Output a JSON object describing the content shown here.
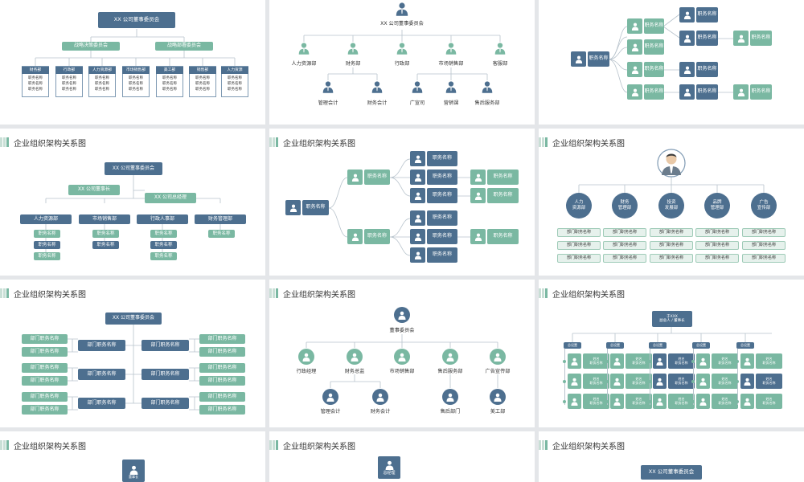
{
  "colors": {
    "dark": "#4d6f8f",
    "green": "#7ab8a2",
    "light": "#e6f1ec",
    "line": "#b8c3cc",
    "page": "#e4e6e9"
  },
  "section_title": "企业组织架构关系图",
  "s1": {
    "board": "XX 公司董事委员会",
    "committees": [
      "战略决策委员会",
      "战略部署委员会"
    ],
    "depts": [
      {
        "name": "财务部",
        "items": [
          "职务名称",
          "职务名称",
          "职务名称"
        ]
      },
      {
        "name": "行政部",
        "items": [
          "职务名称",
          "职务名称",
          "职务名称"
        ]
      },
      {
        "name": "人力资源部",
        "items": [
          "职务名称",
          "职务名称",
          "职务名称"
        ]
      },
      {
        "name": "市场销售部",
        "items": [
          "职务名称",
          "职务名称",
          "职务名称"
        ]
      },
      {
        "name": "美工部",
        "items": [
          "职务名称",
          "职务名称",
          "职务名称"
        ]
      },
      {
        "name": "销售部",
        "items": [
          "职务名称",
          "职务名称",
          "职务名称"
        ]
      },
      {
        "name": "人力资源",
        "items": [
          "职务名称",
          "职务名称",
          "职务名称"
        ]
      }
    ]
  },
  "s2": {
    "board": "XX 公司董事委员会",
    "level1": [
      "人力资源部",
      "财务部",
      "行政部",
      "市场销售部",
      "客服部"
    ],
    "level2": [
      "管理会计",
      "财务会计",
      "广宣司",
      "营销课",
      "售后服务部"
    ]
  },
  "s3": {
    "root": "职务名称",
    "col2": [
      "职务名称",
      "职务名称",
      "职务名称",
      "职务名称",
      "职务名称"
    ],
    "col3": [
      "职务名称",
      "职务名称",
      "职务名称",
      "职务名称"
    ],
    "col4": [
      "职务名称",
      "职务名称"
    ]
  },
  "s4": {
    "board": "XX 公司董事委员会",
    "chairman": "XX 公司董事长",
    "gm": "XX 公司总经理",
    "depts": [
      {
        "name": "人力资源部",
        "items": [
          "职务名称",
          "职务名称",
          "职务名称"
        ]
      },
      {
        "name": "市场销售部",
        "items": [
          "职务名称",
          "职务名称"
        ]
      },
      {
        "name": "行政人事部",
        "items": [
          "职务名称",
          "职务名称",
          "职务名称"
        ]
      },
      {
        "name": "财务管理部",
        "items": [
          "职务名称"
        ]
      }
    ]
  },
  "s5": {
    "root": "职务名称",
    "mid": [
      "职务名称",
      "职务名称"
    ],
    "c3": [
      "职务名称",
      "职务名称",
      "职务名称",
      "职务名称",
      "职务名称",
      "职务名称"
    ],
    "c4": [
      "职务名称",
      "职务名称",
      "职务名称"
    ]
  },
  "s6": {
    "depts": [
      "人力\n资源部",
      "财务\n管理部",
      "投资\n发展部",
      "品牌\n管理部",
      "广告\n宣传部"
    ],
    "item": "部门职务名称"
  },
  "s7": {
    "board": "XX 公司董事委员会",
    "mid": "部门职务名称",
    "leaf": "部门职务名称"
  },
  "s8": {
    "board": "董事委员会",
    "level1": [
      "行政经理",
      "财务总监",
      "市场销售部",
      "售后服务部",
      "广告宣传部"
    ],
    "level2": [
      "管理会计",
      "财务会计",
      "售后部门",
      "美工部"
    ]
  },
  "s9": {
    "top_a": "于XXX",
    "top_b": "副总人 / 董事长",
    "dept": "总设置",
    "item_a": "姓名",
    "item_b": "职务名称"
  },
  "s10": {
    "top": "董事长"
  },
  "s11": {
    "top": "总经理"
  },
  "s12": {
    "top": "XX 公司董事委员会"
  }
}
